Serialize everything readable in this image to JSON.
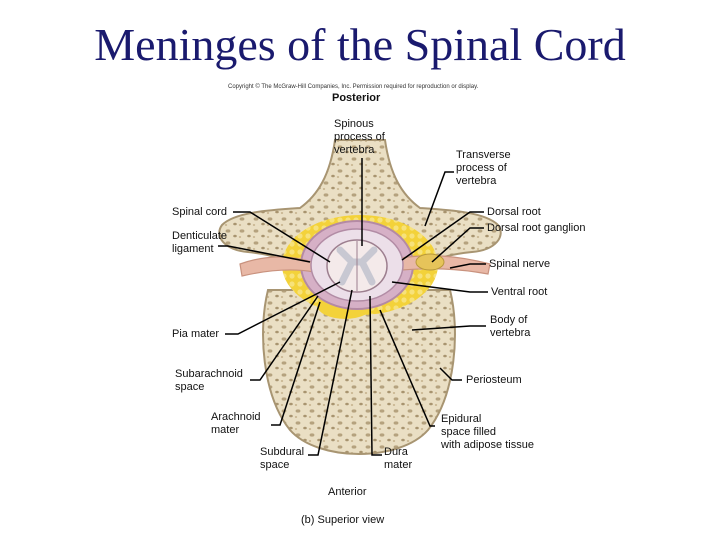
{
  "title": "Meninges of the Spinal Cord",
  "copyright": "Copyright © The McGraw-Hill Companies, Inc. Permission required for reproduction or display.",
  "orientation": {
    "top": "Posterior",
    "bottom": "Anterior"
  },
  "caption": "(b)  Superior view",
  "labels": {
    "spinous_process": [
      "Spinous",
      "process of",
      "vertebra"
    ],
    "transverse_process": [
      "Transverse",
      "process of",
      "vertebra"
    ],
    "spinal_cord": "Spinal cord",
    "dorsal_root": "Dorsal root",
    "dorsal_root_ganglion": "Dorsal root ganglion",
    "denticulate_ligament": [
      "Denticulate",
      "ligament"
    ],
    "spinal_nerve": "Spinal nerve",
    "ventral_root": "Ventral root",
    "body_of_vertebra": [
      "Body of",
      "vertebra"
    ],
    "pia_mater": "Pia mater",
    "subarachnoid_space": [
      "Subarachnoid",
      "space"
    ],
    "periosteum": "Periosteum",
    "arachnoid_mater": [
      "Arachnoid",
      "mater"
    ],
    "epidural_space": [
      "Epidural",
      "space filled",
      "with adipose tissue"
    ],
    "subdural_space": [
      "Subdural",
      "space"
    ],
    "dura_mater": [
      "Dura",
      "mater"
    ]
  },
  "colors": {
    "title": "#1a1a6e",
    "bone": "#eadfc4",
    "bone_pore": "#b5a27e",
    "fat": "#f3d23a",
    "meninges": "#d6b0c6",
    "spinal_cord": "#f4eaea",
    "gray_matter": "#c8c8d2",
    "nerve": "#e8b8a6",
    "leader_line": "#000000"
  }
}
